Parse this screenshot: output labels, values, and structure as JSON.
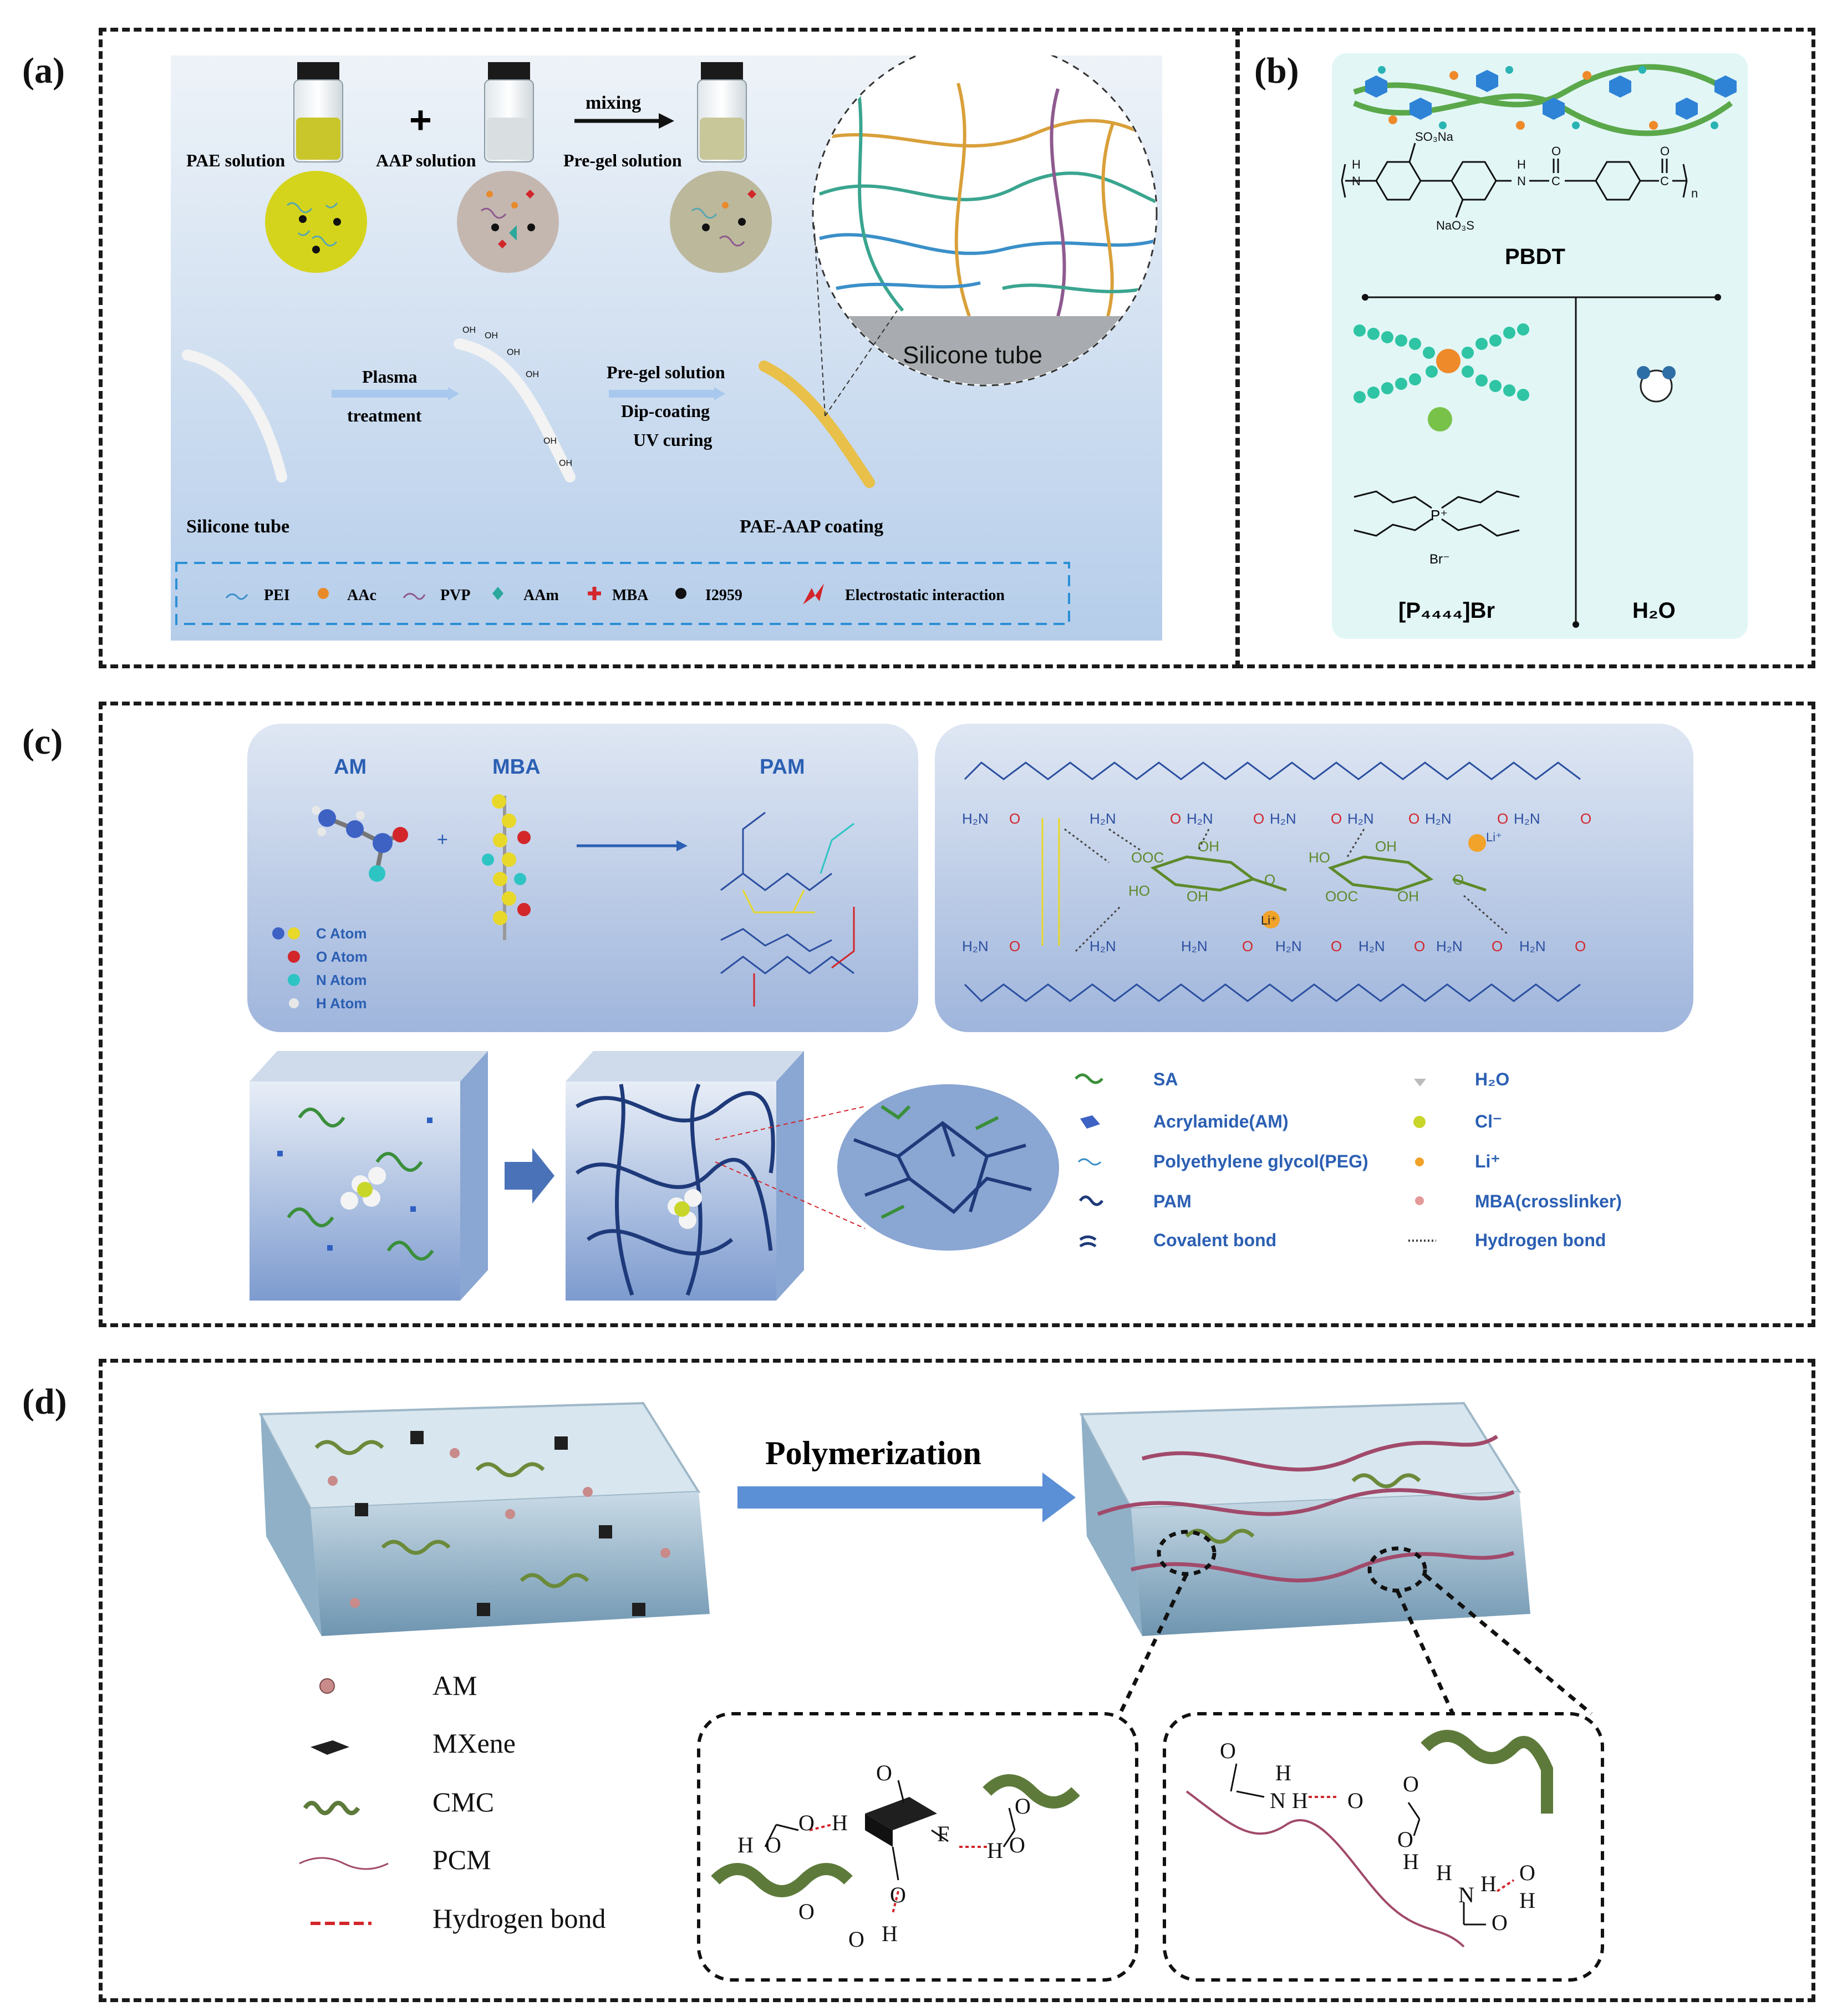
{
  "panels": {
    "a": {
      "label": "(a)",
      "vials": [
        "PAE solution",
        "AAP solution",
        "Pre-gel solution"
      ],
      "plus": "+",
      "mixing": "mixing",
      "plasma": [
        "Plasma",
        "treatment"
      ],
      "oh": "OH",
      "dip_steps": [
        "Pre-gel solution",
        "Dip-coating",
        "UV curing"
      ],
      "silicone_tube": "Silicone tube",
      "coating": "PAE-AAP coating",
      "zoom_label": "Silicone tube",
      "legend": [
        "PEI",
        "AAc",
        "PVP",
        "AAm",
        "MBA",
        "I2959",
        "Electrostatic interaction"
      ]
    },
    "b": {
      "label": "(b)",
      "so3na": "SO₃Na",
      "nao3s": "NaO₃S",
      "h": "H",
      "n": "N",
      "o": "O",
      "c": "C",
      "sub_n": "n",
      "polymer": "PBDT",
      "p_plus": "P⁺",
      "br_minus": "Br⁻",
      "salt": "[P₄₄₄₄]Br",
      "water": "H₂O"
    },
    "c": {
      "label": "(c)",
      "monomer1": "AM",
      "monomer2": "MBA",
      "product": "PAM",
      "plus": "+",
      "atoms": [
        "C Atom",
        "O Atom",
        "N Atom",
        "H Atom"
      ],
      "h2n": "H₂N",
      "o": "O",
      "oh": "OH",
      "ho": "HO",
      "ooc": "OOC",
      "li": "Li⁺",
      "legend_left": [
        "SA",
        "Acrylamide(AM)",
        "Polyethylene glycol(PEG)",
        "PAM",
        "Covalent bond"
      ],
      "legend_right": [
        "H₂O",
        "Cl⁻",
        "Li⁺",
        "MBA(crosslinker)",
        "Hydrogen bond"
      ]
    },
    "d": {
      "label": "(d)",
      "arrow": "Polymerization",
      "legend": [
        "AM",
        "MXene",
        "CMC",
        "PCM",
        "Hydrogen bond"
      ],
      "atoms": {
        "o": "O",
        "h": "H",
        "f": "F",
        "n": "N"
      }
    }
  },
  "colors": {
    "frame": "#1a1a1a",
    "a_bg_top": "#e6eef6",
    "a_bg_bottom": "#b9d1ec",
    "b_bg": "#e2f6f6",
    "c_box": "#b8c9e6",
    "pam_blue": "#2b4fa0",
    "h_red": "#d2262b",
    "sa_green": "#3a8f3a",
    "cmc_green": "#5d7a3a",
    "pcm_pink": "#a14a6b"
  }
}
